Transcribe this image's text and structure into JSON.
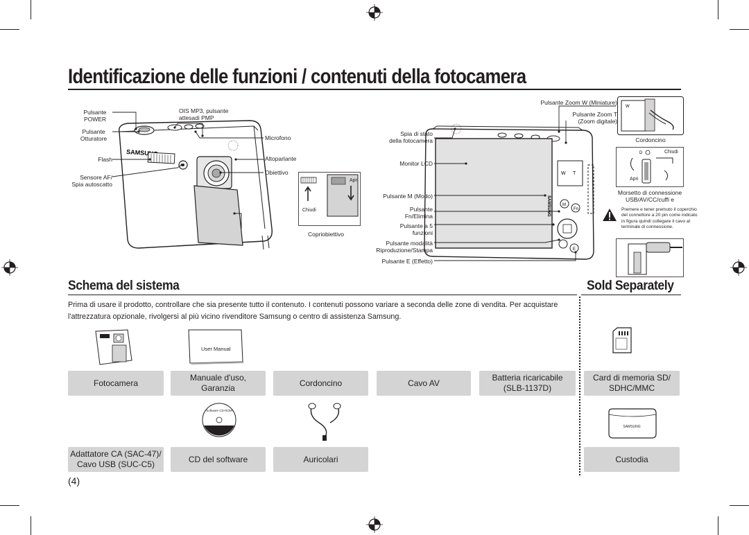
{
  "page_title": "Identificazione delle funzioni / contenuti della fotocamera",
  "front_labels": {
    "power_button": "Pulsante",
    "power_button_2": "POWER",
    "shutter_button": "Pulsante",
    "shutter_button_2": "Otturatore",
    "flash": "Flash",
    "af_sensor": "Sensore AF/",
    "af_sensor_2": "Spia autoscatto",
    "ois_button": "OIS MP3, pulsante",
    "ois_button_2": "attesadi PMP",
    "microphone": "Microfono",
    "speaker": "Altoparlante",
    "lens": "Obiettivo",
    "lens_cover": "Copriobiettivo",
    "close": "Chiudi",
    "open": "Apri"
  },
  "back_labels": {
    "status_lamp": "Spia di stato",
    "status_lamp_2": "della fotocamera",
    "lcd": "Monitor LCD",
    "mode_button": "Pulsante M (Modo)",
    "fn_button": "Pulsante",
    "fn_button_2": "Fn/Elimina",
    "five_func": "Pulsante a 5",
    "five_func_2": "funzioni",
    "play_button": "Pulsante modalità",
    "play_button_2": "Riproduzione/Stampa",
    "effect_button": "Pulsante E (Effetto)",
    "zoom_w": "Pulsante Zoom W (Miniature)",
    "zoom_t": "Pulsante Zoom T",
    "zoom_t_2": "(Zoom digitale)",
    "strap": "Cordoncino",
    "close": "Chiudi",
    "open": "Apri",
    "terminal": "Morsetto di connessione",
    "terminal_2": "USB/AV/CC/cuffi e",
    "warning": "Premere e tener premuto il coperchio del connettore a 20 pin come indicato in figura quindi collegare il cavo al terminale di connessione."
  },
  "system_section": {
    "heading": "Schema del sistema",
    "sold_separately": "Sold Separately",
    "intro": "Prima di usare il prodotto, controllare che sia presente tutto il contenuto. I contenuti possono variare a seconda delle zone di vendita. Per acquistare l'attrezzatura opzionale, rivolgersi al più vicino rivenditore Samsung o centro di assistenza Samsung.",
    "manual_cover": "User Manual",
    "cd_label": "Software CD-ROM",
    "pouch_brand": "SAMSUNG",
    "items": [
      {
        "line1": "Fotocamera",
        "line2": ""
      },
      {
        "line1": "Manuale d'uso,",
        "line2": "Garanzia"
      },
      {
        "line1": "Cordoncino",
        "line2": ""
      },
      {
        "line1": "Cavo AV",
        "line2": ""
      },
      {
        "line1": "Batteria ricaricabile",
        "line2": "(SLB-1137D)"
      },
      {
        "line1": "Card di memoria SD/",
        "line2": "SDHC/MMC"
      },
      {
        "line1": "Adattatore CA (SAC-47)/",
        "line2": "Cavo USB (SUC-C5)"
      },
      {
        "line1": "CD del software",
        "line2": ""
      },
      {
        "line1": "Auricolari",
        "line2": ""
      },
      {
        "line1": "Custodia",
        "line2": ""
      }
    ]
  },
  "page_number": "(4)"
}
